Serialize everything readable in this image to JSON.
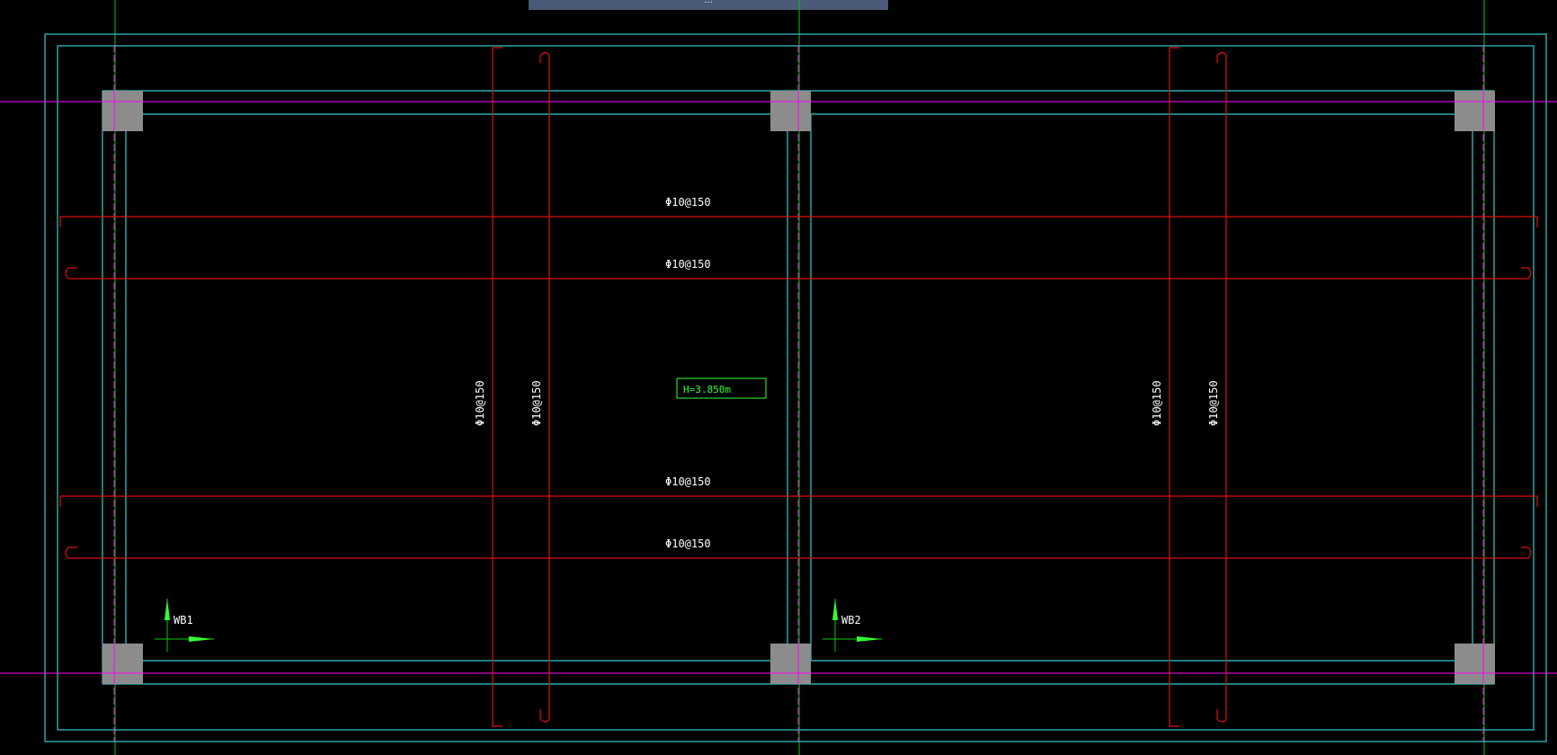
{
  "viewport": {
    "title": "...",
    "background": "#000000"
  },
  "colors": {
    "axis_green": "#00cc00",
    "axis_magenta": "#ff00ff",
    "outline_cyan": "#33cccc",
    "rebar_red": "#dd1111",
    "column_gray": "#8c8c8c",
    "text_white": "#ffffff",
    "elevation_green": "#33ff33"
  },
  "rebar_labels": {
    "h_top_1": "Φ10@150",
    "h_top_2": "Φ10@150",
    "h_bot_1": "Φ10@150",
    "h_bot_2": "Φ10@150",
    "v_left_1": "Φ10@150",
    "v_left_2": "Φ10@150",
    "v_right_1": "Φ10@150",
    "v_right_2": "Φ10@150"
  },
  "elevation": {
    "label": "H=3.850m"
  },
  "slabs": {
    "left": "WB1",
    "right": "WB2"
  }
}
